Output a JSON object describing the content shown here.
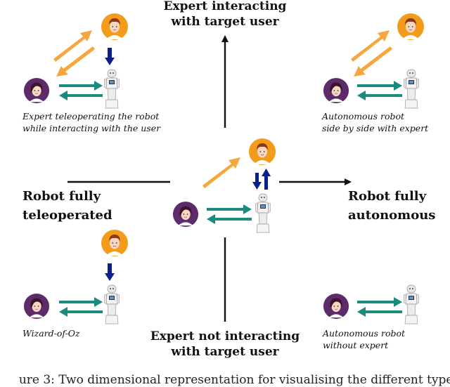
{
  "axes": {
    "top": [
      "Expert interacting",
      "with target user"
    ],
    "bottom": [
      "Expert not interacting",
      "with target user"
    ],
    "left": [
      "Robot fully",
      "teleoperated"
    ],
    "right": [
      "Robot fully",
      "autonomous"
    ]
  },
  "captions": {
    "top_left": [
      "Expert teleoperating the robot",
      "while interacting with the user"
    ],
    "top_right": [
      "Autonomous robot",
      "side by side with expert"
    ],
    "bottom_left": [
      "Wizard-of-Oz"
    ],
    "bottom_right": [
      "Autonomous robot",
      "without expert"
    ]
  },
  "figure_caption": "ure 3: Two dimensional representation for visualising the different types",
  "colors": {
    "orange_arrow": "#f5a63c",
    "teal_arrow": "#1c8a7f",
    "navy_arrow": "#0a1e8c",
    "axis": "#111111",
    "expert_head": "#f39c1b",
    "expert_hair": "#8a3a1e",
    "user_bg": "#5d2a6a",
    "robot": "#d9d9d9"
  },
  "icons": [
    "expert-avatar-icon",
    "user-avatar-icon",
    "robot-icon"
  ]
}
